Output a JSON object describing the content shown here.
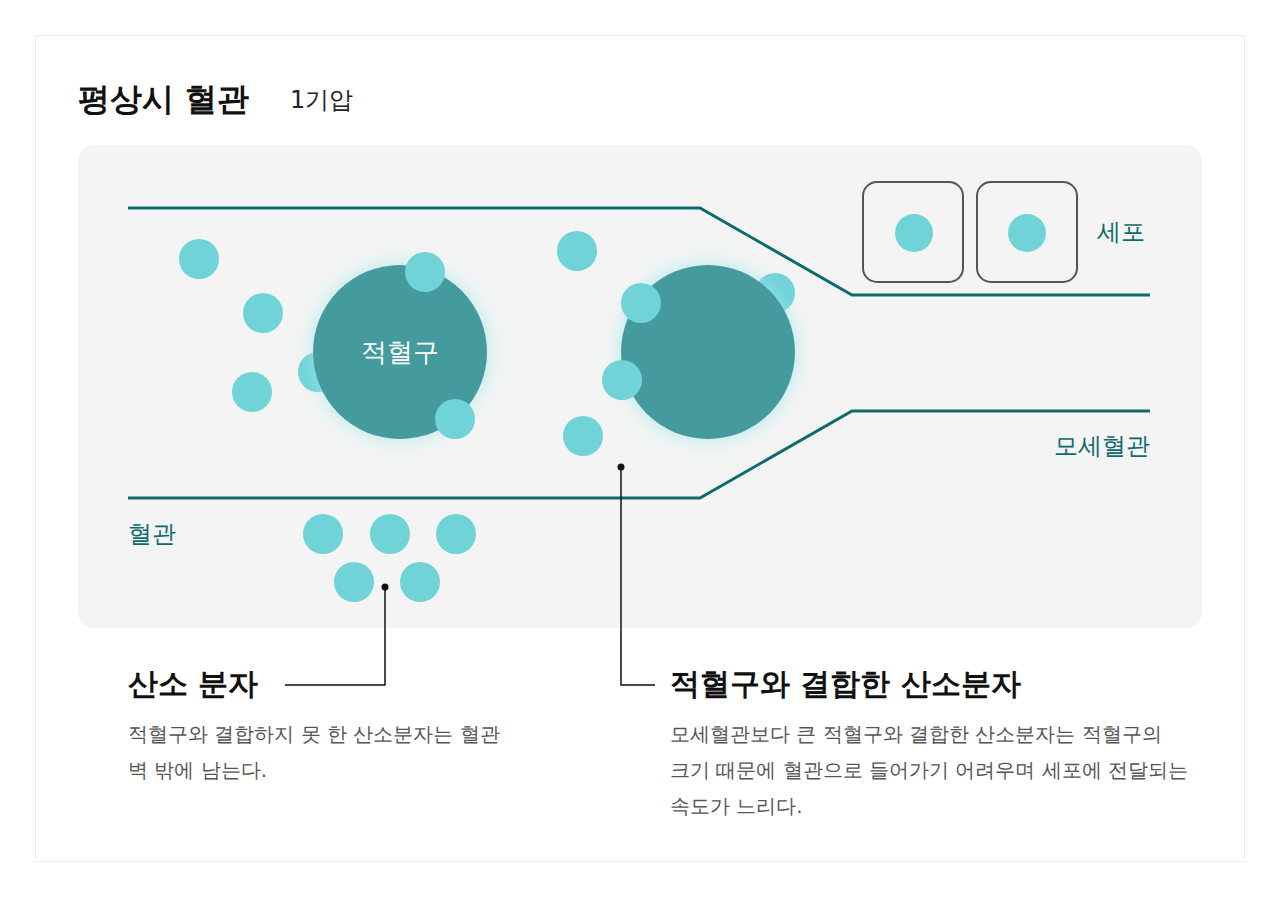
{
  "diagram": {
    "title": "평상시 혈관",
    "nodes": [
      {
        "text": [
          "적혈구"
        ]
      }
    ],
    "labels": [
      "1기압",
      "세포",
      "모세혈관",
      "혈관",
      "산소 분자",
      "적혈구와 결합하지 못 한 산소분자는 혈관 벽 밖에 남는다.",
      "적혈구와 결합한 산소분자",
      "모세혈관보다 큰 적혈구와 결합한 산소분자는 적혈구의 크기 때문에 혈관으로 들어가기 어려우며 세포에 전달되는 속도가 느리다."
    ]
  }
}
